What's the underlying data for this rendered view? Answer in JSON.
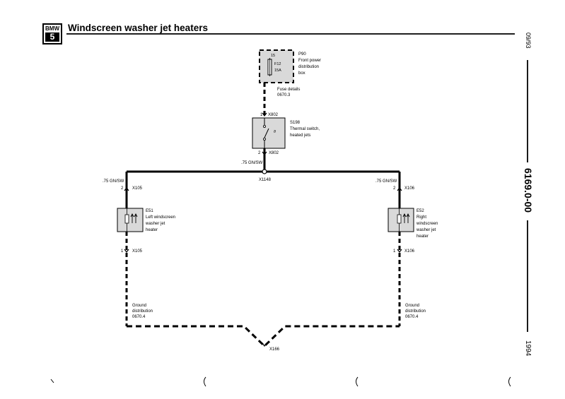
{
  "header": {
    "logo_top": "BMW",
    "logo_bottom": "5",
    "title": "Windscreen washer jet heaters"
  },
  "side": {
    "date": "09/93",
    "code": "6169.0-00",
    "year": "1994"
  },
  "fuse": {
    "id": "P90",
    "desc1": "Front power",
    "desc2": "distribution",
    "desc3": "box",
    "pin": "15",
    "fuse": "F12",
    "rating": "15A",
    "details1": "Fuse details",
    "details2": "0670.3"
  },
  "switch": {
    "id": "S198",
    "desc1": "Thermal switch,",
    "desc2": "heated jets",
    "pin_top": "1",
    "conn_top": "X802",
    "pin_bottom": "2",
    "conn_bottom": "X802"
  },
  "wires": {
    "center": ".75 GN/SW",
    "left": ".75 GN/SW",
    "right": ".75 GN/SW",
    "splice": "X1148"
  },
  "left_heater": {
    "id": "E51",
    "desc1": "Left windscreen",
    "desc2": "washer jet",
    "desc3": "heater",
    "pin_top": "2",
    "conn_top": "X105",
    "pin_bottom": "1",
    "conn_bottom": "X105",
    "ground1": "Ground",
    "ground2": "distribution",
    "ground3": "0670.4"
  },
  "right_heater": {
    "id": "E52",
    "desc1": "Right",
    "desc2": "windscreen",
    "desc3": "washer jet",
    "desc4": "heater",
    "pin_top": "2",
    "conn_top": "X106",
    "pin_bottom": "1",
    "conn_bottom": "X106",
    "ground1": "Ground",
    "ground2": "distribution",
    "ground3": "0670.4"
  },
  "ground": {
    "conn": "X166"
  }
}
